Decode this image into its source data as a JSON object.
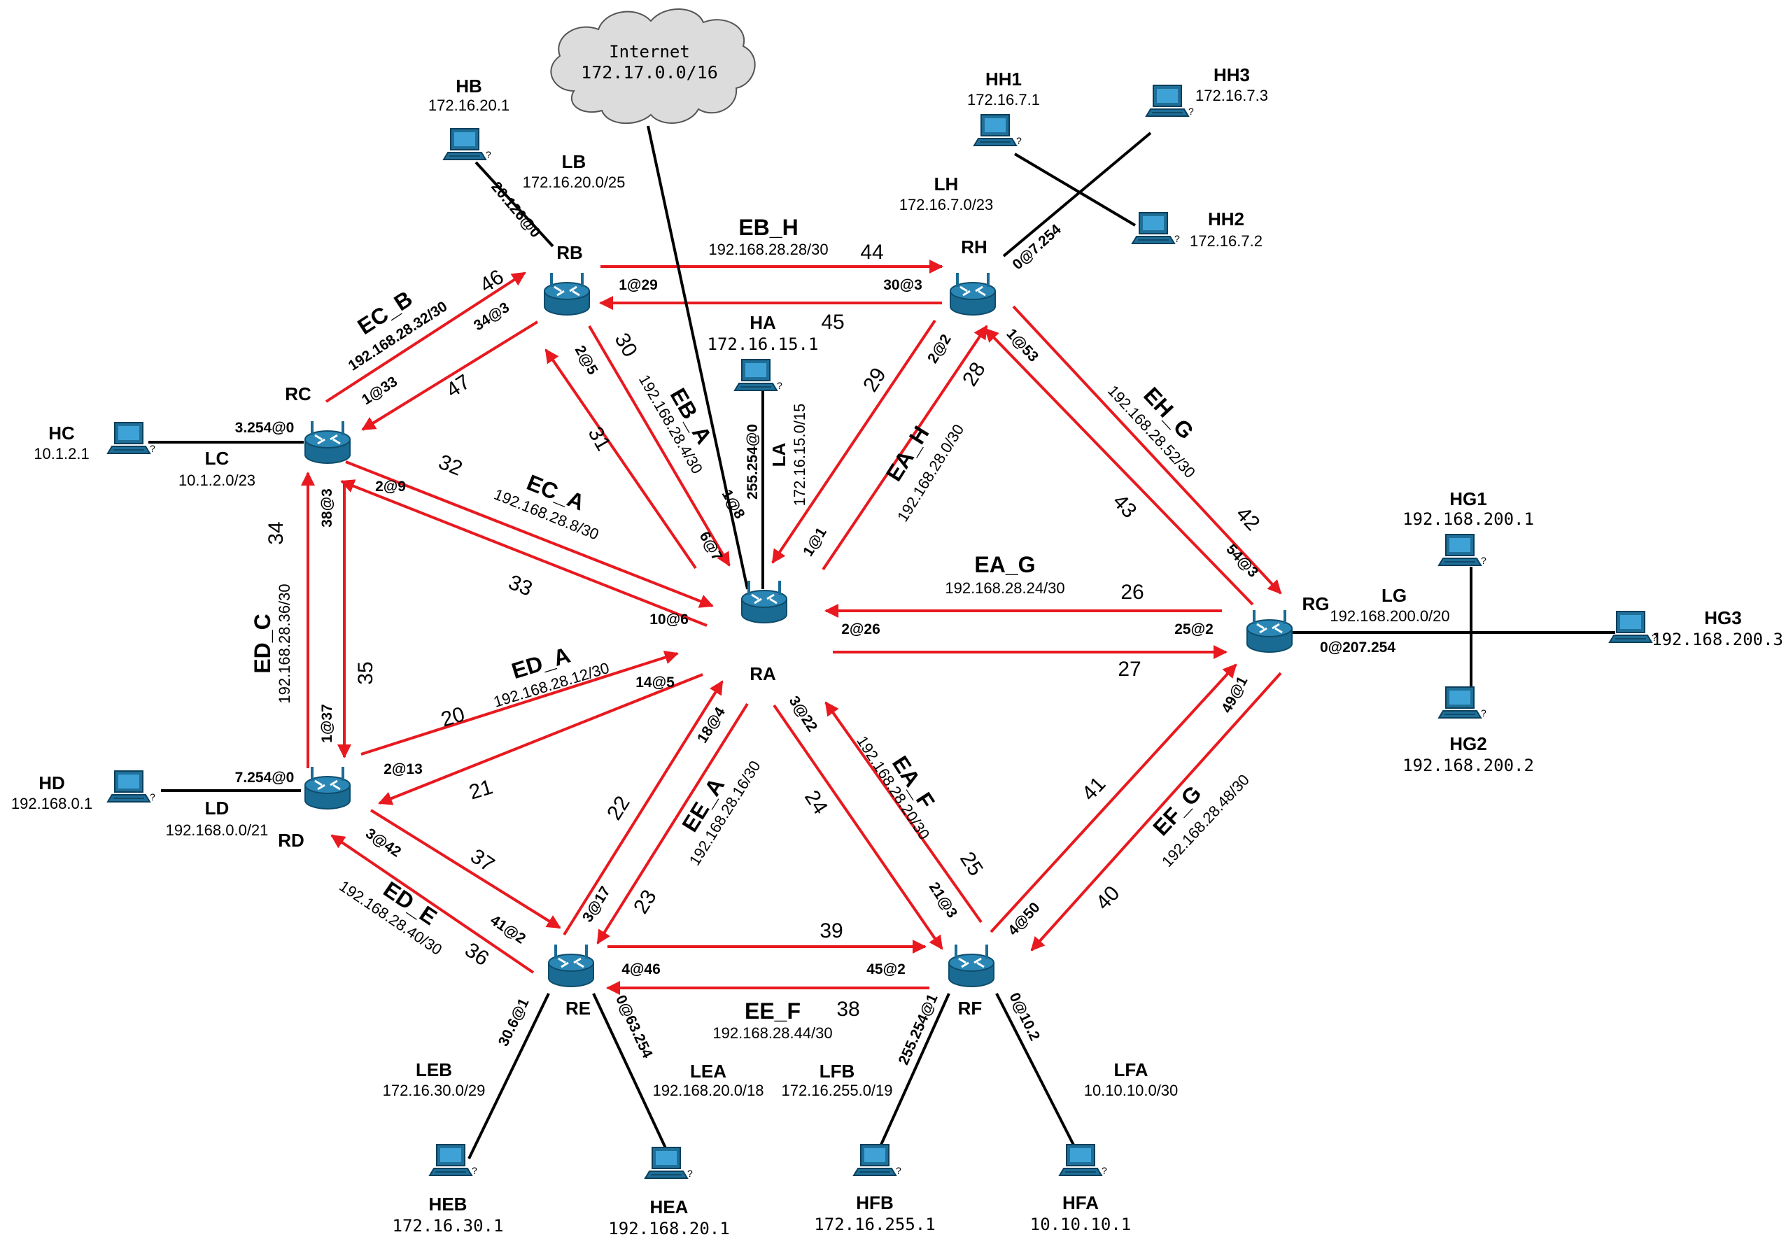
{
  "cloud": {
    "name": "Internet",
    "net": "172.17.0.0/16"
  },
  "routers": [
    {
      "id": "RA",
      "label": "RA"
    },
    {
      "id": "RB",
      "label": "RB"
    },
    {
      "id": "RC",
      "label": "RC"
    },
    {
      "id": "RD",
      "label": "RD"
    },
    {
      "id": "RE",
      "label": "RE"
    },
    {
      "id": "RF",
      "label": "RF"
    },
    {
      "id": "RG",
      "label": "RG"
    },
    {
      "id": "RH",
      "label": "RH"
    }
  ],
  "hosts": [
    {
      "id": "HA",
      "name": "HA",
      "ip": "172.16.15.1"
    },
    {
      "id": "HB",
      "name": "HB",
      "ip": "172.16.20.1"
    },
    {
      "id": "HC",
      "name": "HC",
      "ip": "10.1.2.1"
    },
    {
      "id": "HD",
      "name": "HD",
      "ip": "192.168.0.1"
    },
    {
      "id": "HEB",
      "name": "HEB",
      "ip": "172.16.30.1"
    },
    {
      "id": "HEA",
      "name": "HEA",
      "ip": "192.168.20.1"
    },
    {
      "id": "HFB",
      "name": "HFB",
      "ip": "172.16.255.1"
    },
    {
      "id": "HFA",
      "name": "HFA",
      "ip": "10.10.10.1"
    },
    {
      "id": "HG1",
      "name": "HG1",
      "ip": "192.168.200.1"
    },
    {
      "id": "HG2",
      "name": "HG2",
      "ip": "192.168.200.2"
    },
    {
      "id": "HG3",
      "name": "HG3",
      "ip": "192.168.200.3"
    },
    {
      "id": "HH1",
      "name": "HH1",
      "ip": "172.16.7.1"
    },
    {
      "id": "HH2",
      "name": "HH2",
      "ip": "172.16.7.2"
    },
    {
      "id": "HH3",
      "name": "HH3",
      "ip": "172.16.7.3"
    }
  ],
  "lans": [
    {
      "id": "LA",
      "name": "LA",
      "net": "172.16.15.0/15",
      "iface": "255.254@0"
    },
    {
      "id": "LB",
      "name": "LB",
      "net": "172.16.20.0/25",
      "iface": "20.126@0"
    },
    {
      "id": "LC",
      "name": "LC",
      "net": "10.1.2.0/23",
      "iface": "3.254@0"
    },
    {
      "id": "LD",
      "name": "LD",
      "net": "192.168.0.0/21",
      "iface": "7.254@0"
    },
    {
      "id": "LEB",
      "name": "LEB",
      "net": "172.16.30.0/29",
      "iface": "30.6@1"
    },
    {
      "id": "LEA",
      "name": "LEA",
      "net": "192.168.20.0/18",
      "iface": "0@63.254"
    },
    {
      "id": "LFB",
      "name": "LFB",
      "net": "172.16.255.0/19",
      "iface": "255.254@1"
    },
    {
      "id": "LFA",
      "name": "LFA",
      "net": "10.10.10.0/30",
      "iface": "0@10.2"
    },
    {
      "id": "LG",
      "name": "LG",
      "net": "192.168.200.0/20",
      "iface": "0@207.254"
    },
    {
      "id": "LH",
      "name": "LH",
      "net": "172.16.7.0/23",
      "iface": "0@7.254"
    }
  ],
  "links": [
    {
      "id": "EB_H",
      "name": "EB_H",
      "net": "192.168.28.28/30",
      "ifa": "1@29",
      "ifb": "30@3",
      "fwd": "44",
      "rev": "45"
    },
    {
      "id": "EC_B",
      "name": "EC_B",
      "net": "192.168.28.32/30",
      "ifa": "1@33",
      "ifb": "34@3",
      "fwd": "46",
      "rev": "47"
    },
    {
      "id": "EB_A",
      "name": "EB_A",
      "net": "192.168.28.4/30",
      "ifa": "2@5",
      "ifb": "6@7",
      "ifc": "1@8",
      "fwd": "30",
      "rev": "31"
    },
    {
      "id": "EA_H",
      "name": "EA_H",
      "net": "192.168.28.0/30",
      "ifa": "1@1",
      "ifb": "2@2",
      "fwd": "28",
      "rev": "29"
    },
    {
      "id": "EH_G",
      "name": "EH_G",
      "net": "192.168.28.52/30",
      "ifa": "1@53",
      "ifb": "54@3",
      "fwd": "42",
      "rev": "43"
    },
    {
      "id": "EC_A",
      "name": "EC_A",
      "net": "192.168.28.8/30",
      "ifa": "2@9",
      "ifb": "10@6",
      "fwd": "32",
      "rev": "33"
    },
    {
      "id": "EA_G",
      "name": "EA_G",
      "net": "192.168.28.24/30",
      "ifa": "2@26",
      "ifb": "25@2",
      "fwd": "27",
      "rev": "26"
    },
    {
      "id": "ED_C",
      "name": "ED_C",
      "net": "192.168.28.36/30",
      "ifa": "1@37",
      "ifb": "38@3",
      "fwd": "34",
      "rev": "35"
    },
    {
      "id": "ED_A",
      "name": "ED_A",
      "net": "192.168.28.12/30",
      "ifa": "2@13",
      "ifb": "14@5",
      "fwd": "20",
      "rev": "21"
    },
    {
      "id": "EE_A",
      "name": "EE_A",
      "net": "192.168.28.16/30",
      "ifa": "3@17",
      "ifb": "18@4",
      "fwd": "22",
      "rev": "23"
    },
    {
      "id": "EA_F",
      "name": "EA_F",
      "net": "192.168.28.20/30",
      "ifa": "3@22",
      "ifb": "21@3",
      "fwd": "24",
      "rev": "25"
    },
    {
      "id": "EF_G",
      "name": "EF_G",
      "net": "192.168.28.48/30",
      "ifa": "49@1",
      "ifb": "4@50",
      "fwd": "41",
      "rev": "40"
    },
    {
      "id": "ED_E",
      "name": "ED_E",
      "net": "192.168.28.40/30",
      "ifa": "3@42",
      "ifb": "41@2",
      "fwd": "37",
      "rev": "36"
    },
    {
      "id": "EE_F",
      "name": "EE_F",
      "net": "192.168.28.44/30",
      "ifa": "4@46",
      "ifb": "45@2",
      "fwd": "39",
      "rev": "38"
    }
  ],
  "colors": {
    "link": "#e8191f",
    "lan": "#000000",
    "router": "#1a6b93",
    "host": "#1f6f98",
    "cloud": "#dcdcdc"
  }
}
